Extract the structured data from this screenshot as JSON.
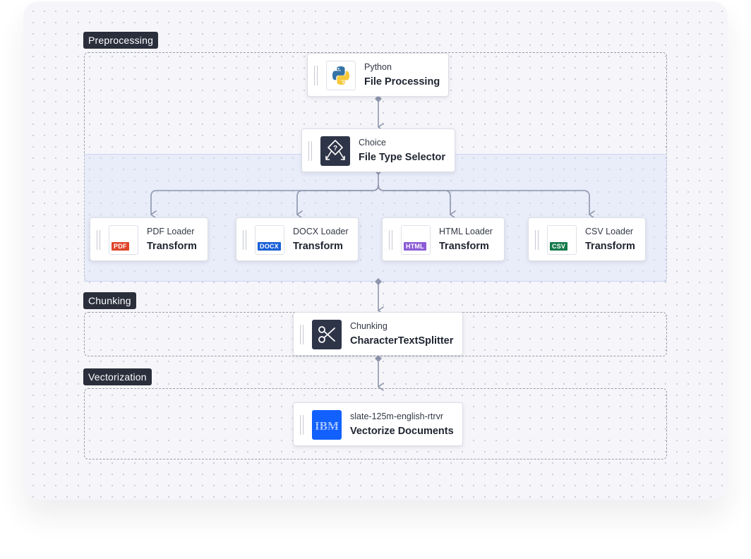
{
  "groups": {
    "preprocessing": {
      "label": "Preprocessing"
    },
    "chunking": {
      "label": "Chunking"
    },
    "vectorization": {
      "label": "Vectorization"
    }
  },
  "nodes": {
    "python": {
      "subtitle": "Python",
      "title": "File Processing",
      "icon": "python-icon"
    },
    "choice": {
      "subtitle": "Choice",
      "title": "File Type Selector",
      "icon": "choice-icon"
    },
    "pdf": {
      "subtitle": "PDF Loader",
      "title": "Transform",
      "icon": "pdf-file-icon",
      "badge": "PDF",
      "badge_color": "#e0442b"
    },
    "docx": {
      "subtitle": "DOCX Loader",
      "title": "Transform",
      "icon": "docx-file-icon",
      "badge": "DOCX",
      "badge_color": "#1a5fd6"
    },
    "html": {
      "subtitle": "HTML Loader",
      "title": "Transform",
      "icon": "html-file-icon",
      "badge": "HTML",
      "badge_color": "#8b5cd6"
    },
    "csv": {
      "subtitle": "CSV Loader",
      "title": "Transform",
      "icon": "csv-file-icon",
      "badge": "CSV",
      "badge_color": "#147a4a"
    },
    "chunking": {
      "subtitle": "Chunking",
      "title": "CharacterTextSplitter",
      "icon": "scissors-icon"
    },
    "vectorize": {
      "subtitle": "slate-125m-english-rtrvr",
      "title": "Vectorize Documents",
      "icon": "ibm-logo-icon",
      "logo_text": "IBM"
    }
  },
  "colors": {
    "connector": "#8d96ad",
    "group_label_bg": "#2b2f3c",
    "highlight": "#d9e1f8",
    "ibm_blue": "#1261fe"
  }
}
